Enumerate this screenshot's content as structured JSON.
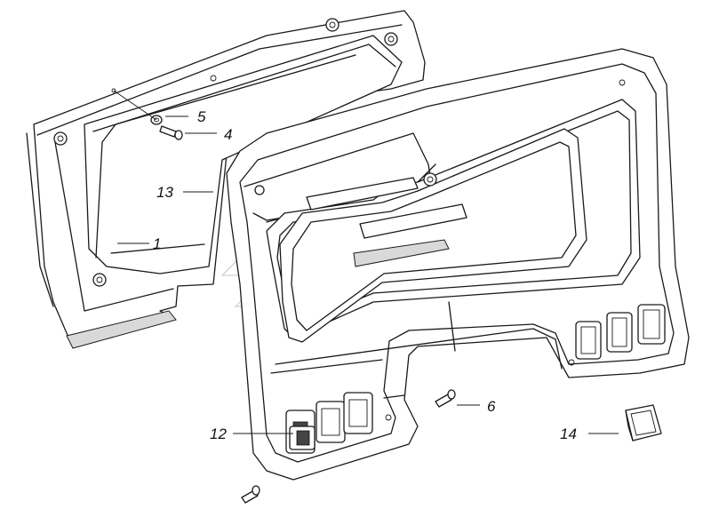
{
  "callouts": {
    "c1": "1",
    "c4": "4",
    "c5": "5",
    "c6": "6",
    "c12": "12",
    "c13": "13",
    "c14": "14"
  },
  "colors": {
    "line": "#1a1a1a",
    "shade": "#d9d9d9",
    "watermark": "#cfcfcf"
  }
}
